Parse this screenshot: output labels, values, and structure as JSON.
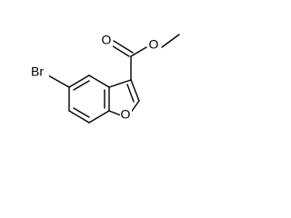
{
  "molecule": {
    "atoms": {
      "bromine": "Br",
      "ring_oxygen": "O",
      "carbonyl_oxygen": "O",
      "ester_oxygen": "O"
    }
  }
}
